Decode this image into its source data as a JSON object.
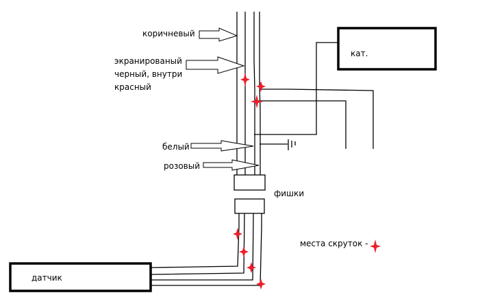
{
  "diagram": {
    "labels": {
      "brown": "коричневый",
      "shielded_line1": "экранированый",
      "shielded_line2": "черный, внутри",
      "shielded_line3": "красный",
      "white": "белый",
      "pink": "розовый",
      "connectors": "фишки",
      "legend": "места скруток -"
    },
    "blocks": {
      "coil": "кат.",
      "sensor": "датчик"
    },
    "colors": {
      "twist_marker": "#e8202a",
      "line": "#000000"
    }
  }
}
